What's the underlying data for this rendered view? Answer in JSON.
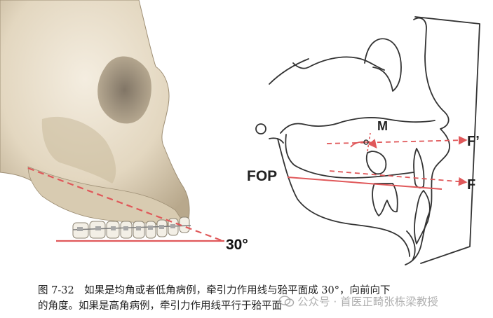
{
  "diagram": {
    "angle_label": "30°",
    "labels": {
      "fop": "FOP",
      "m": "M",
      "f_prime": "F’",
      "f": "F"
    },
    "colors": {
      "force_line": "#e0585a",
      "trace_line": "#333333",
      "bone": "#e6dcc8"
    }
  },
  "caption": {
    "line1": "图 7-32　如果是均角或者低角病例，牵引力作用线与𬌗平面成 30°，向前向下",
    "line2": "的角度。如果是高角病例，牵引力作用线平行于𬌗平面"
  },
  "watermark": {
    "text": "公众号 · 首医正畸张栋梁教授"
  }
}
